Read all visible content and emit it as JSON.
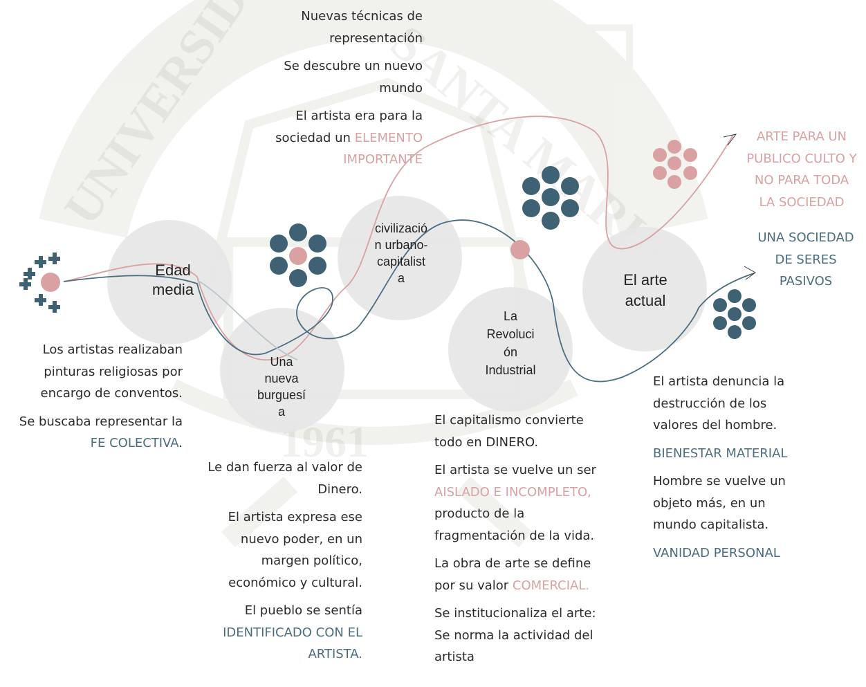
{
  "watermark": {
    "seal_text_left": "UNIVERSIDAD",
    "seal_text_right": "SANTA MARIA",
    "seal_year": "1961"
  },
  "colors": {
    "accent_pink": "#d9a1a1",
    "accent_blue": "#4b6d80",
    "stage_circle": "#e6e6e6"
  },
  "stages": {
    "edad_media": [
      "Edad",
      "media"
    ],
    "burguesia": [
      "Una",
      "nueva",
      "burguesí",
      "a"
    ],
    "civilizacion": [
      "civilizació",
      "n urbano-",
      "capitalist",
      "a"
    ],
    "revolucion": [
      "La",
      "Revoluci",
      "ón",
      "Industrial"
    ],
    "arte_actual": [
      "El arte",
      "actual"
    ]
  },
  "texts": {
    "top": {
      "p1": [
        "Nuevas técnicas de",
        "representación"
      ],
      "p2": [
        "Se descubre un nuevo",
        "mundo"
      ],
      "p3_line1": "El artista era para la",
      "p3_line2_prefix": "sociedad un ",
      "p3_line2_highlight": "ELEMENTO",
      "p3_line3_highlight": "IMPORTANTE"
    },
    "edad_media": {
      "p1": [
        "Los artistas realizaban",
        "pinturas religiosas por",
        "encargo de conventos."
      ],
      "p2_line1": "Se buscaba representar la",
      "p2_highlight": "FE COLECTIVA",
      "p2_suffix": "."
    },
    "burguesia": {
      "p1": [
        "Le dan fuerza al valor de",
        "Dinero."
      ],
      "p2": [
        "El artista expresa ese",
        "nuevo poder, en un",
        "margen político,",
        "económico y cultural."
      ],
      "p3_line1": "El pueblo se sentía",
      "p3_highlight": [
        "IDENTIFICADO CON EL",
        "ARTISTA."
      ]
    },
    "revolucion": {
      "p1": [
        "El capitalismo convierte",
        "todo en DINERO."
      ],
      "p2_line1": "El artista se vuelve un ser",
      "p2_highlight": "AISLADO E INCOMPLETO,",
      "p2_rest": [
        "producto de la",
        "fragmentación de la vida."
      ],
      "p3_line1": "La obra de arte se define",
      "p3_prefix": "por su valor ",
      "p3_highlight": "COMERCIAL.",
      "p4": [
        "Se institucionaliza el arte:",
        "Se norma la actividad del",
        "artista"
      ]
    },
    "arte_actual": {
      "p1": [
        "El artista denuncia la",
        "destrucción de los",
        "valores del hombre."
      ],
      "p2_highlight": "BIENESTAR MATERIAL",
      "p3": [
        "Hombre se vuelve un",
        "objeto más, en un",
        "mundo capitalista."
      ],
      "p4_highlight": "VANIDAD PERSONAL"
    },
    "outcomes": {
      "pink": [
        "ARTE PARA UN",
        "PUBLICO CULTO Y",
        "NO PARA TODA",
        "LA SOCIEDAD"
      ],
      "blue": [
        "UNA SOCIEDAD",
        "DE SERES",
        "PASIVOS"
      ]
    }
  }
}
